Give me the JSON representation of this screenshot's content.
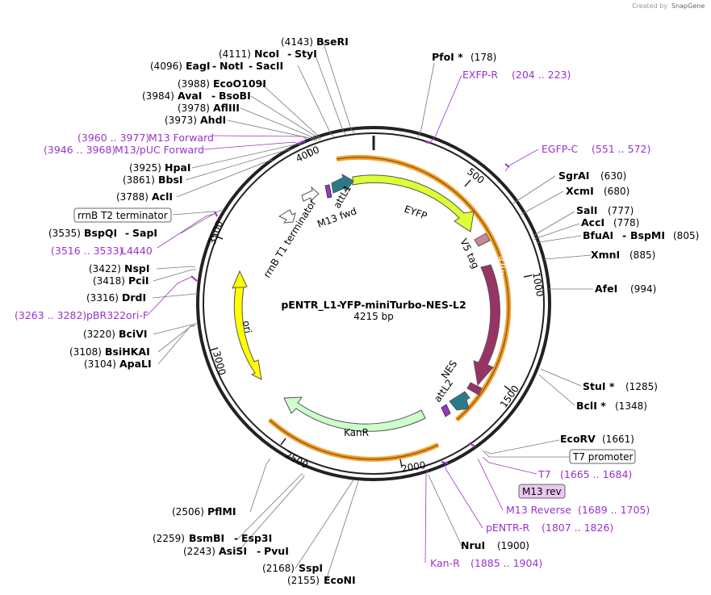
{
  "credit": {
    "prefix": "Created by",
    "brand": "SnapGene"
  },
  "plasmid": {
    "name": "pENTR_L1-YFP-miniTurbo-NES-L2",
    "size": "4215 bp"
  },
  "ticks": [
    "500",
    "1000",
    "1500",
    "2000",
    "2500",
    "3000",
    "3500",
    "4000"
  ],
  "features": {
    "eyfp": "EYFP",
    "v5": "V5 tag",
    "miniturbo": "miniTurbo",
    "nes": "NES",
    "attl2": "attL2",
    "kanr": "KanR",
    "ori": "ori",
    "rrnb_t1": "rrnB T1 terminator",
    "attl1": "attL1",
    "m13fwd": "M13 fwd"
  },
  "sites_right": [
    {
      "name": "PfoI *",
      "pos": "(178)"
    },
    {
      "name": "SgrAI",
      "pos": "(630)"
    },
    {
      "name": "XcmI",
      "pos": "(680)"
    },
    {
      "name": "SalI",
      "pos": "(777)"
    },
    {
      "name": "AccI",
      "pos": "(778)"
    },
    {
      "name": "BfuAI",
      "name2": "BspMI",
      "pos": "(805)"
    },
    {
      "name": "XmnI",
      "pos": "(885)"
    },
    {
      "name": "AfeI",
      "pos": "(994)"
    },
    {
      "name": "StuI *",
      "pos": "(1285)"
    },
    {
      "name": "BclI *",
      "pos": "(1348)"
    },
    {
      "name": "EcoRV",
      "pos": "(1661)"
    },
    {
      "name": "NruI",
      "pos": "(1900)"
    }
  ],
  "primers_right": [
    {
      "name": "EXFP-R",
      "range": "(204 .. 223)"
    },
    {
      "name": "EGFP-C",
      "range": "(551 .. 572)"
    },
    {
      "name": "T7",
      "range": "(1665 .. 1684)"
    },
    {
      "name": "M13 Reverse",
      "range": "(1689 .. 1705)"
    },
    {
      "name": "pENTR-R",
      "range": "(1807 .. 1826)"
    },
    {
      "name": "Kan-R",
      "range": "(1885 .. 1904)"
    }
  ],
  "boxed_right": {
    "t7": "T7 promoter",
    "m13rev": "M13 rev"
  },
  "sites_bottom": [
    {
      "pos": "(2506)",
      "name": "PflMI"
    },
    {
      "pos": "(2259)",
      "name": "BsmBI",
      "name2": "Esp3I"
    },
    {
      "pos": "(2243)",
      "name": "AsiSI",
      "name2": "PvuI"
    },
    {
      "pos": "(2168)",
      "name": "SspI"
    },
    {
      "pos": "(2155)",
      "name": "EcoNI"
    }
  ],
  "sites_left": [
    {
      "pos": "(4143)",
      "name": "BseRI"
    },
    {
      "pos": "(4111)",
      "name": "NcoI",
      "name2": "StyI"
    },
    {
      "pos": "(4096)",
      "name": "EagI",
      "name2": "NotI",
      "name3": "SacII"
    },
    {
      "pos": "(3988)",
      "name": "EcoO109I"
    },
    {
      "pos": "(3984)",
      "name": "AvaI",
      "name2": "BsoBI"
    },
    {
      "pos": "(3978)",
      "name": "AflIII"
    },
    {
      "pos": "(3973)",
      "name": "AhdI"
    },
    {
      "pos": "(3925)",
      "name": "HpaI"
    },
    {
      "pos": "(3861)",
      "name": "BbsI"
    },
    {
      "pos": "(3788)",
      "name": "AclI"
    },
    {
      "pos": "(3535)",
      "name": "BspQI",
      "name2": "SapI"
    },
    {
      "pos": "(3422)",
      "name": "NspI"
    },
    {
      "pos": "(3418)",
      "name": "PciI"
    },
    {
      "pos": "(3316)",
      "name": "DrdI"
    },
    {
      "pos": "(3220)",
      "name": "BciVI"
    },
    {
      "pos": "(3108)",
      "name": "BsiHKAI"
    },
    {
      "pos": "(3104)",
      "name": "ApaLI"
    }
  ],
  "primers_left": [
    {
      "range": "(3960 .. 3977)",
      "name": "M13 Forward"
    },
    {
      "range": "(3946 .. 3968)",
      "name": "M13/pUC Forward"
    },
    {
      "range": "(3516 .. 3533)",
      "name": "L4440"
    },
    {
      "range": "(3263 .. 3282)",
      "name": "pBR322ori-F"
    }
  ],
  "boxed_left": {
    "rrnb_t2": "rrnB T2 terminator"
  },
  "colors": {
    "primer": "#9933cc",
    "orange": "#f0a030",
    "eyfp": "#ddff33",
    "miniturbo": "#993366",
    "kanr": "#ccffcc",
    "ori": "#ffff00",
    "att": "#2a7a8c",
    "v5": "#cc8899"
  }
}
